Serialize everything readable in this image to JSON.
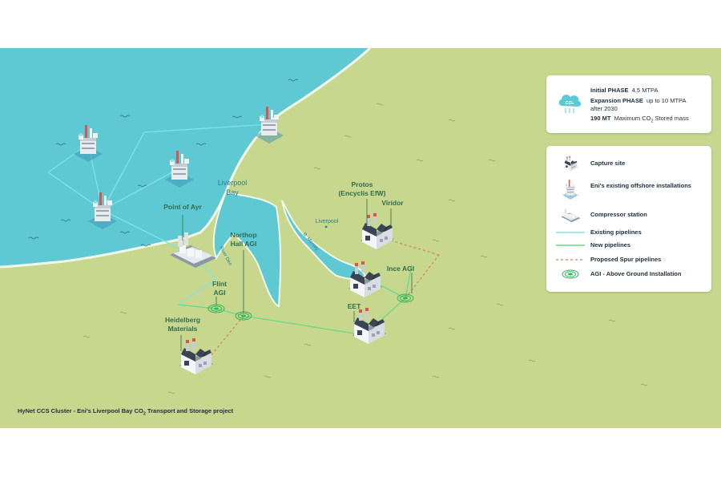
{
  "places": {
    "liverpool_bay": [
      "Liverpool",
      "Bay"
    ],
    "point_of_ayr": "Point of Ayr",
    "northop": [
      "Northop",
      "Hall AGI"
    ],
    "flint": [
      "Flint",
      "AGI"
    ],
    "heidelberg": [
      "Heidelberg",
      "Materials"
    ],
    "protos": [
      "Protos",
      "(Encyclis EfW)"
    ],
    "viridor": "Viridor",
    "liverpool_city": "Liverpool",
    "ince": "Ince AGI",
    "eet": "EET",
    "river_dee": "River Dee",
    "river_mersey": "R. Mersey"
  },
  "phases": {
    "initial_label": "Initial PHASE",
    "initial_value": "4,5 MTPA",
    "expansion_label": "Expansion PHASE",
    "expansion_value": "up to 10 MTPA",
    "expansion_note": "after 2030",
    "storage_label": "190 MT",
    "storage_text_a": "Maximum CO",
    "storage_sub": "2",
    "storage_text_b": " Stored mass",
    "co2_icon_text": "CO₂"
  },
  "legend": {
    "capture_site": "Capture site",
    "offshore": "Eni's existing offshore installations",
    "compressor": "Compressor station",
    "existing_pipelines": "Existing pipelines",
    "new_pipelines": "New pipelines",
    "spur_pipelines": "Proposed Spur pipelines",
    "agi": "AGI - Above Ground Installation"
  },
  "caption": {
    "text_a": "HyNet CCS Cluster - Eni's Liverpool Bay CO",
    "sub": "2",
    "text_b": " Transport and Storage project"
  },
  "colors": {
    "sea": "#5ec9d3",
    "land": "#c7d88e",
    "existing_pipeline": "#7fe3ea",
    "new_pipeline": "#5fdc8c",
    "spur_pipeline": "#e07a5f",
    "agi": "#2fb35a"
  }
}
